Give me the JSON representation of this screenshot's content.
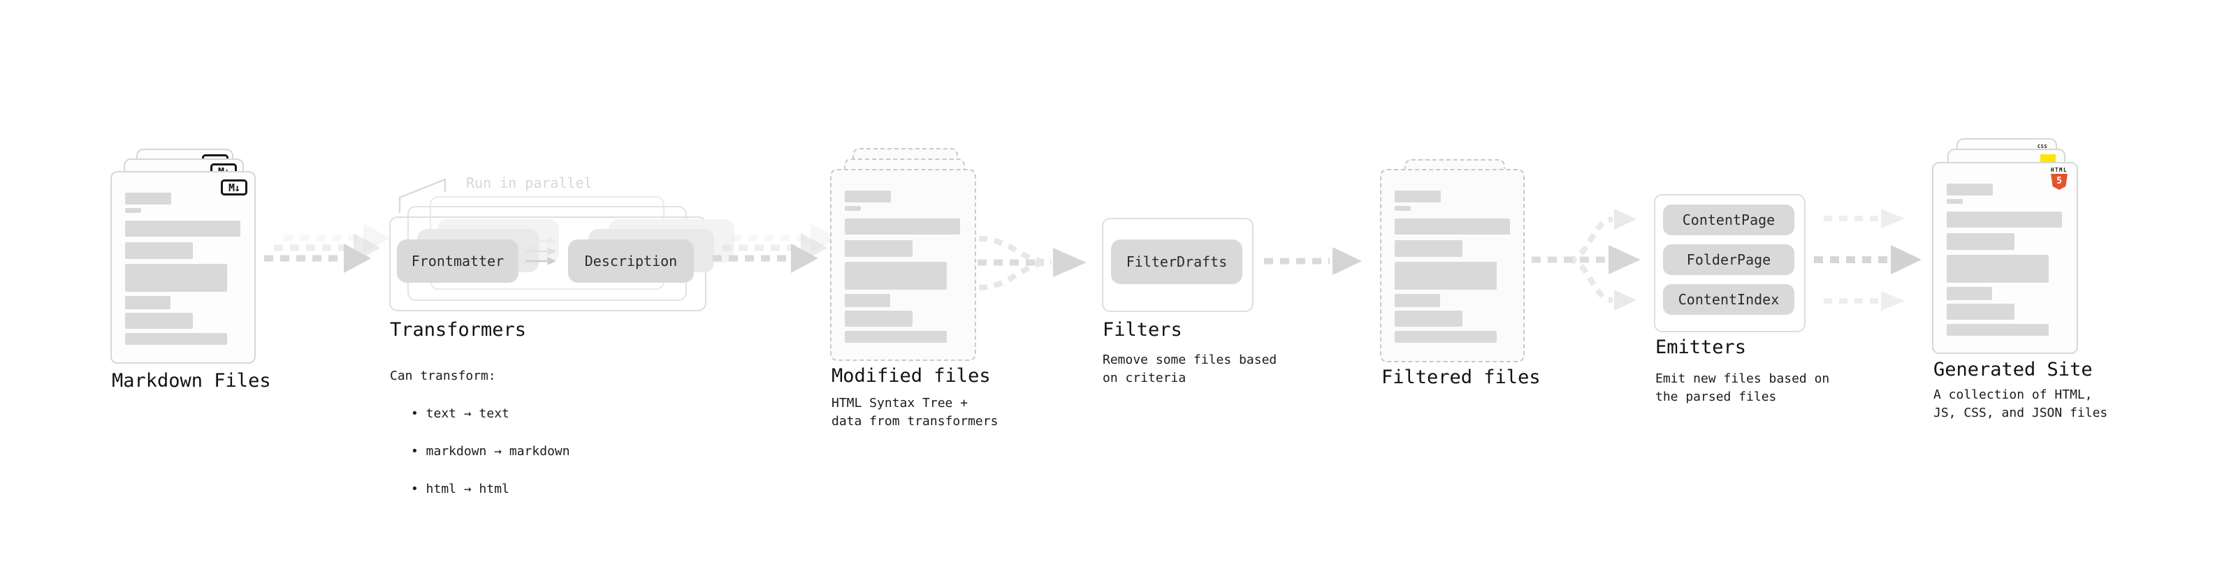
{
  "colors": {
    "html5_orange": "#e5532c",
    "js_yellow": "#ffe400",
    "css_blue": "#2e6df6",
    "placeholder_gray": "#d9d9d9"
  },
  "stages": {
    "markdown": {
      "label": "Markdown Files",
      "badge": "M↓"
    },
    "transformers": {
      "label": "Transformers",
      "annotation": "Run in parallel",
      "buttons": [
        "Frontmatter",
        "Description"
      ],
      "note_title": "Can transform:",
      "bullets": [
        "• text → text",
        "• markdown → markdown",
        "• html → html"
      ]
    },
    "modified": {
      "label": "Modified files",
      "note": "HTML Syntax Tree +\ndata from transformers"
    },
    "filters": {
      "label": "Filters",
      "buttons": [
        "FilterDrafts"
      ],
      "note": "Remove some files based\non criteria"
    },
    "filtered": {
      "label": "Filtered files"
    },
    "emitters": {
      "label": "Emitters",
      "buttons": [
        "ContentPage",
        "FolderPage",
        "ContentIndex"
      ],
      "note": "Emit new files based on\nthe parsed files"
    },
    "generated": {
      "label": "Generated Site",
      "badges": {
        "css": "CSS",
        "html_word": "HTML",
        "html_number": "5"
      },
      "note": "A collection of HTML,\nJS, CSS, and JSON files"
    }
  }
}
